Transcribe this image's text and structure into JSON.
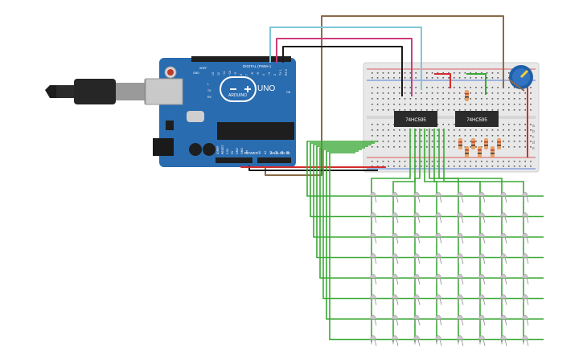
{
  "arduino": {
    "logo_text": "ARDUINO",
    "model": "UNO",
    "digital_label": "DIGITAL (PWM~)",
    "power_label": "POWER",
    "analog_label": "ANALOG IN",
    "aref_label": "AREF",
    "gnd_label": "GND",
    "tx_label": "TX",
    "rx_label": "RX",
    "l_label": "L",
    "on_label": "ON",
    "digital_pins": [
      "13",
      "12",
      "~11",
      "~10",
      "~9",
      "8",
      "7",
      "~6",
      "~5",
      "4",
      "~3",
      "2",
      "TX 1",
      "RX 0"
    ],
    "power_pins": [
      "IOREF",
      "RESET",
      "3.3V",
      "5V",
      "GND",
      "GND",
      "Vin"
    ],
    "analog_pins": [
      "A0",
      "A1",
      "A2",
      "A3",
      "A4",
      "A5"
    ]
  },
  "breadboard": {
    "row_letters": [
      "a",
      "b",
      "c",
      "d",
      "e"
    ]
  },
  "chips": [
    {
      "label": "74HC595"
    },
    {
      "label": "74HC595"
    }
  ],
  "led_matrix": {
    "rows": 8,
    "cols": 8
  },
  "colors": {
    "board": "#2a6cb0",
    "breadboard": "#e8e8e8",
    "chip": "#2b2b2b",
    "wire_green": "#3aa935",
    "wire_red": "#d62b2b",
    "wire_black": "#1a1a1a",
    "wire_brown": "#8b6a47",
    "wire_cyan": "#7fc7d6",
    "wire_pink": "#d03a7a",
    "pot": "#1f5fa8",
    "resistor": "#e9a064",
    "led": "#c8c8c8"
  }
}
